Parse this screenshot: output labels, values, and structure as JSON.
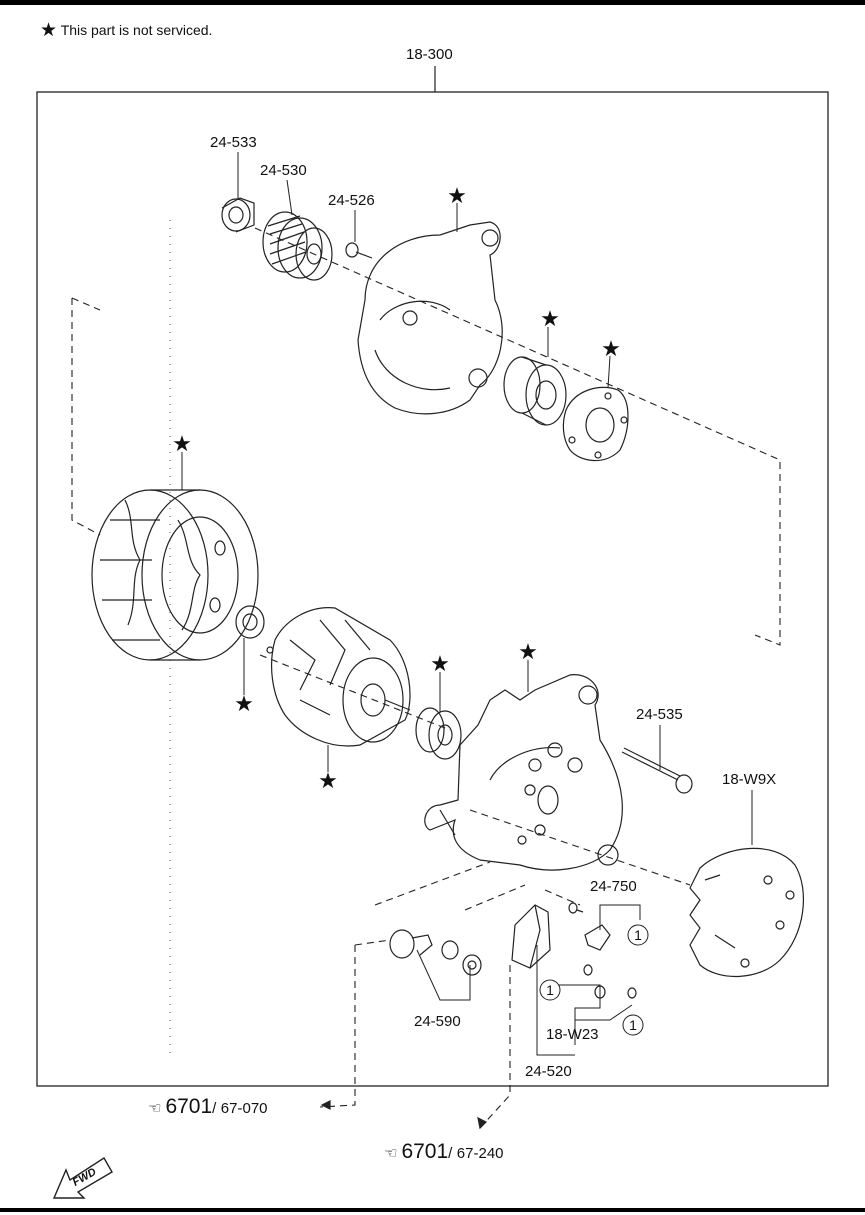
{
  "note": {
    "symbol": "★",
    "text": "This part is not serviced."
  },
  "assembly_label": "18-300",
  "labels": {
    "p24533": "24-533",
    "p24530": "24-530",
    "p24526": "24-526",
    "p24535": "24-535",
    "p18W9X": "18-W9X",
    "p24750": "24-750",
    "p24590": "24-590",
    "p18W23": "18-W23",
    "p24520": "24-520"
  },
  "callout_number": "1",
  "refs": [
    {
      "hand": "☞",
      "page": "6701",
      "sep": "/",
      "sub": "67-070"
    },
    {
      "hand": "☞",
      "page": "6701",
      "sep": "/",
      "sub": "67-240"
    }
  ],
  "fwd_label": "FWD",
  "star_symbol": "★",
  "colors": {
    "line": "#222222",
    "background": "#ffffff"
  }
}
